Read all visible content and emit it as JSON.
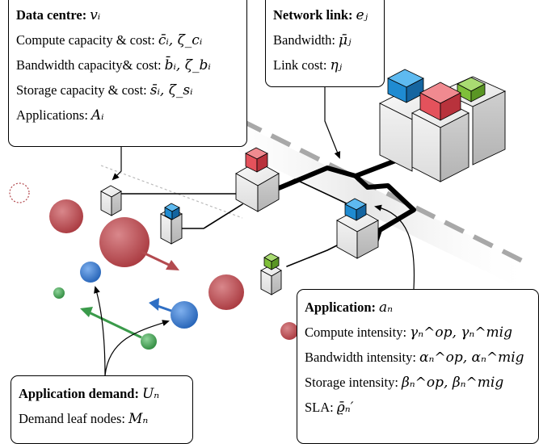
{
  "datacentre": {
    "title": "Data centre:",
    "title_symbol": "vᵢ",
    "rows": [
      {
        "label": "Compute capacity & cost:",
        "expr": "c̄ᵢ, ζ_cᵢ"
      },
      {
        "label": "Bandwidth capacity& cost:",
        "expr": "b̄ᵢ, ζ_bᵢ"
      },
      {
        "label": "Storage capacity & cost:",
        "expr": "s̄ᵢ, ζ_sᵢ"
      },
      {
        "label": "Applications:",
        "expr": "Aᵢ"
      }
    ]
  },
  "network_link": {
    "title": "Network link:",
    "title_symbol": "eⱼ",
    "rows": [
      {
        "label": "Bandwidth:",
        "expr": "μ̄ⱼ"
      },
      {
        "label": "Link cost:",
        "expr": "ηⱼ"
      }
    ]
  },
  "application": {
    "title": "Application:",
    "title_symbol": "aₙ",
    "rows": [
      {
        "label": "Compute intensity:",
        "expr": "γₙ^op, γₙ^mig"
      },
      {
        "label": "Bandwidth intensity:",
        "expr": "αₙ^op, αₙ^mig"
      },
      {
        "label": "Storage intensity:",
        "expr": "βₙ^op, βₙ^mig"
      },
      {
        "label": "SLA:",
        "expr": "ϱ̄ₙ′"
      }
    ]
  },
  "app_demand": {
    "title": "Application demand:",
    "title_symbol": "Uₙ",
    "rows": [
      {
        "label": "Demand leaf nodes:",
        "expr": "Mₙ"
      }
    ]
  },
  "colors": {
    "red_demand": "#b34a4f",
    "blue_demand": "#2f6fc4",
    "green_demand": "#3a9a4a",
    "app_red": "#e8555f",
    "app_blue": "#1f9be0",
    "app_green": "#7fbf3a",
    "dc_fill": "#e2e2e2",
    "link": "#000000",
    "path_dash": "#9a9a9a"
  }
}
